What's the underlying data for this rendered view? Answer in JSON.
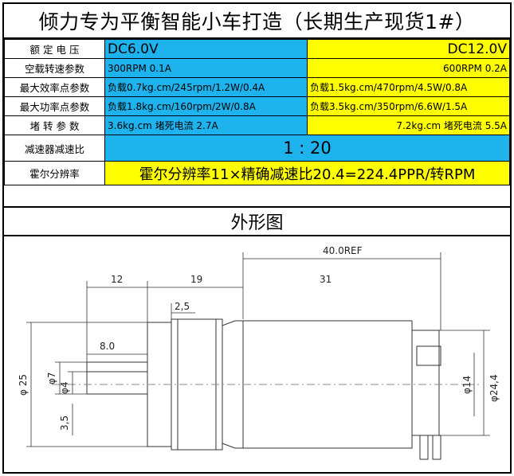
{
  "title": "倾力专为平衡智能小车打造（长期生产现货1#）",
  "rows": [
    {
      "label": "额 定 电 压",
      "v1": "DC6.0V",
      "v2": "DC12.0V"
    },
    {
      "label": "空载转速参数",
      "v1": "300RPM 0.1A",
      "v2": "600RPM 0.2A"
    },
    {
      "label": "最大效率点参数",
      "v1": "负载0.7kg.cm/245rpm/1.2W/0.4A",
      "v2": "负载1.5kg.cm/470rpm/4.5W/0.8A"
    },
    {
      "label": "最大功率点参数",
      "v1": "负载1.8kg.cm/160rpm/2W/0.8A",
      "v2": "负载3.5kg.cm/350rpm/6.6W/1.5A"
    },
    {
      "label": "堵 转 参 数",
      "v1": "3.6kg.cm  堵死电流 2.7A",
      "v2": "7.2kg.cm  堵死电流 5.5A"
    }
  ],
  "ratio": {
    "label": "减速器减速比",
    "value": "1 : 20"
  },
  "hall": {
    "label": "霍尔分辨率",
    "value": "霍尔分辨率11×精确减速比20.4=224.4PPR/转RPM"
  },
  "drawing": {
    "title": "外形图",
    "dims": {
      "ref": "40.0REF",
      "d12": "12",
      "d19": "19",
      "d31": "31",
      "d2_5": "2,5",
      "d8": "8.0",
      "d25": "φ 25",
      "d7": "φ7",
      "d4": "φ4",
      "d3_5": "3,5",
      "d14": "φ14",
      "d24_4": "φ24,4"
    }
  }
}
